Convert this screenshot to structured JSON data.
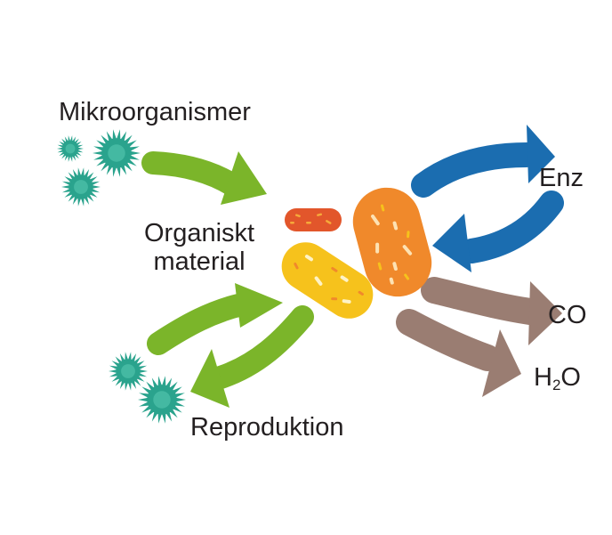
{
  "labels": {
    "microorganisms": "Mikroorganismer",
    "organic_line1": "Organiskt",
    "organic_line2": "material",
    "reproduction": "Reproduktion",
    "enzymes": "Enz",
    "co": "CO",
    "h2o_h": "H",
    "h2o_sub": "2",
    "h2o_o": "O"
  },
  "icons": {
    "microbe": "spiky-microbe-icon",
    "bacterium": "capsule-bacterium-icon"
  },
  "colors": {
    "green_arrow": "#7bb52a",
    "blue_arrow": "#1b6db0",
    "brown_arrow": "#9a7d72",
    "microbe": "#2aa38d",
    "bacterium_orange": "#f0892b",
    "bacterium_yellow": "#f6c21c",
    "bacterium_red": "#e2562b",
    "text": "#231f20"
  }
}
